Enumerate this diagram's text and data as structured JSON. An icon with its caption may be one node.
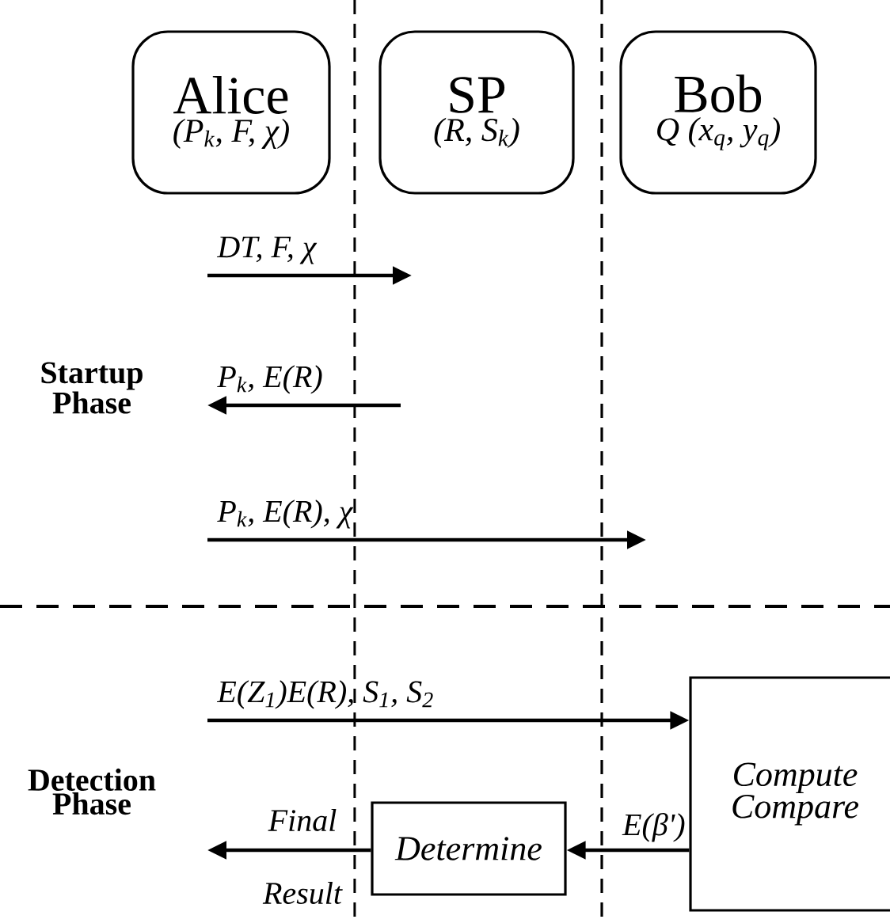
{
  "diagram": {
    "nodes": [
      {
        "text": [
          "Alice",
          "(P$_{k}$, F, χ)"
        ]
      },
      {
        "text": [
          "SP",
          "(R, S$_{k}$)"
        ]
      },
      {
        "text": [
          "Bob",
          "Q (x$_{q}$, y$_{q}$)"
        ]
      },
      {
        "text": [
          "Compute Compare"
        ]
      },
      {
        "text": [
          "Determine"
        ]
      }
    ],
    "edges": [
      {
        "from": null,
        "to": 3,
        "arrow": "to",
        "label": "E(Z$_{1}$)E(R), S$_{1}$, S$_{2}$"
      },
      {
        "from": 3,
        "to": 4,
        "arrow": "to",
        "label": "E(β')"
      },
      {
        "from": 4,
        "to": null,
        "arrow": "to",
        "label": "Final Result"
      }
    ],
    "labels": [
      "DT, F, χ",
      "Startup Phase",
      "P$_{k}$, E(R)",
      "P$_{k}$, E(R), χ",
      "Detection Phase"
    ]
  }
}
